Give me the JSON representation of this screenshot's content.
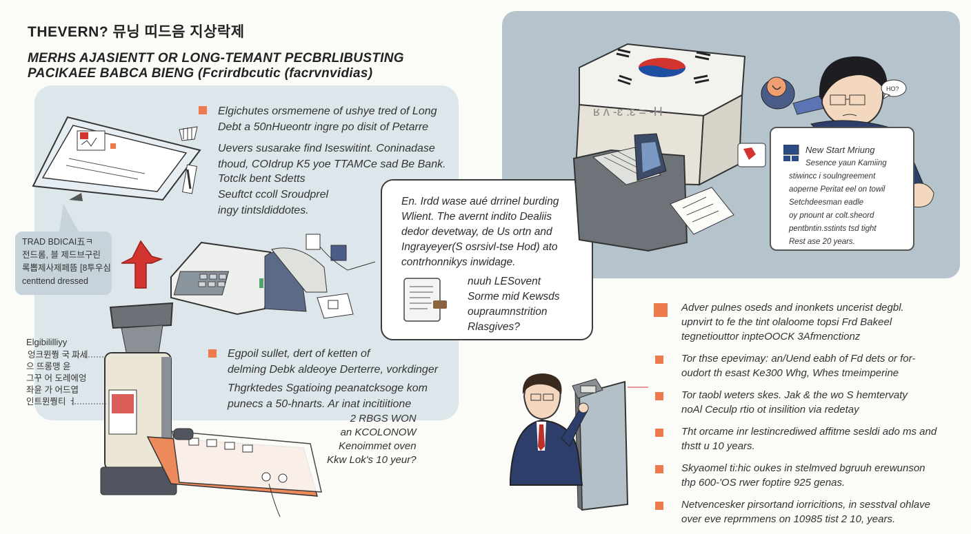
{
  "header": {
    "title": "THEVERN? 뮤닝 띠드음 지상락제",
    "subtitle_lines": [
      "MERHS AJASIENTT OR LONG-TEMANT PECBRLIBUSTING",
      "PACIKAEE BABCA BIENG (Fcrirdbcutic (facrvnvidias)"
    ]
  },
  "left_panel": {
    "block1": {
      "lines": [
        "Elgichutes orsmemene of ushye tred of Long",
        "Debt a 50nHueontr ingre po disit of Petarre",
        "Uevers susarake find Iseswitint. Coninadase",
        "thoud, COIdrup K5 yoe TTAMCe sad Be Bank."
      ]
    },
    "block2": {
      "lines": [
        "Totclk bent Sdetts",
        "Seuftct ccoll Sroudprel",
        "ingy tintsldiddotes."
      ]
    },
    "block3": {
      "lines": [
        "Egpoil sullet, dert of ketten of",
        "delming Debk aldeoye Derterre, vorkdinger",
        "Thgrktedes Sgatioing peanatcksoge kom",
        "punecs a 50-hnarts. Ar inat incitiitione"
      ]
    }
  },
  "callout": {
    "lines": [
      "TRAD BDICAI五ㅋ",
      "전드롬, 블 제드브구린",
      "록뽑제사제페뜸 [8투우심",
      "centtend dressed"
    ]
  },
  "eligibility": {
    "label": "Elgibililliyy",
    "lines": [
      "엉크뮌쭹 국 파세",
      "으 뜨롱맹 윤",
      "그꾸 어 도레에엉",
      "좌윤 가 어드엽",
      "인트뮌쭹티 ㅓ"
    ]
  },
  "bubble_main": {
    "lines": [
      "En. Irdd wase aué drrinel burding",
      "Wlient. The avernt indito Dealiis",
      "dedor devetway, de Us ortn and",
      "Ingrayeyer(S osrsivl-tse Hod) ato",
      "contrhonnikys inwidage."
    ],
    "sub_lines": [
      "nuuh LESovent",
      "Sorme mid Kewsds",
      "oupraumnstrition",
      "Rlasgives?"
    ]
  },
  "right_card": {
    "title": "New Start Mriung",
    "lines": [
      "Sesence yaun Kamiing",
      "stiwincc i soulngreement",
      "aoperne Peritat eel on towil",
      "Setchdeesman eadle",
      "oy pnount ar colt.sheord",
      "pentbntin.sstints tsd tight",
      "Rest ase 20 years."
    ]
  },
  "hmm_bubble": "HO?",
  "oval_note": {
    "lines": [
      "2 RBGS WON",
      "an KCOLONOW",
      "Kenoimmet oven",
      "Kkw Lok's 10 yeur?"
    ]
  },
  "right_list": [
    {
      "lines": [
        "Adver pulnes oseds and inonkets uncerist degbl.",
        "upnvirt to fe the tint olaloome topsi Frd Bakeel",
        "tegnetiouttor inpteOOCK 3Afmenctionz"
      ]
    },
    {
      "lines": [
        "Tor thse epevimay: an/Uend eabh of Fd dets or for-",
        "oudort th esast Ke300 Whg, Whes tmeimperine"
      ]
    },
    {
      "lines": [
        "Tor taobl weters skes. Jak & the wo S hemtervaty",
        "noAl Ceculp rtio ot insilition via redetay"
      ]
    },
    {
      "lines": [
        "Tht orcame inr lestincrediwed affitme sesldi ado ms and",
        "thstt u 10 years."
      ]
    },
    {
      "lines": [
        "Skyaomel ti:hic oukes in stelmved bgruuh erewunson",
        "thp 600-'OS rwer foptire 925 genas."
      ]
    },
    {
      "lines": [
        "Netvencesker pirsortand iorricitions, in sesstval ohlave",
        "over eve reprmmens on 10985 tist 2 10, years."
      ]
    }
  ],
  "colors": {
    "accent": "#ec7a4c",
    "panel_left": "#dde6ea",
    "panel_right": "#b4c3cc",
    "flag_red": "#d2342f",
    "flag_blue": "#1f4fa3"
  },
  "icons": [
    "south-korea-flag-icon",
    "red-arrow-icon",
    "document-icon",
    "card-reader-icon",
    "card-terminal-icon",
    "atm-kiosk-icon",
    "receipt-icon",
    "magnifier-icon",
    "speech-bubble-icon"
  ]
}
